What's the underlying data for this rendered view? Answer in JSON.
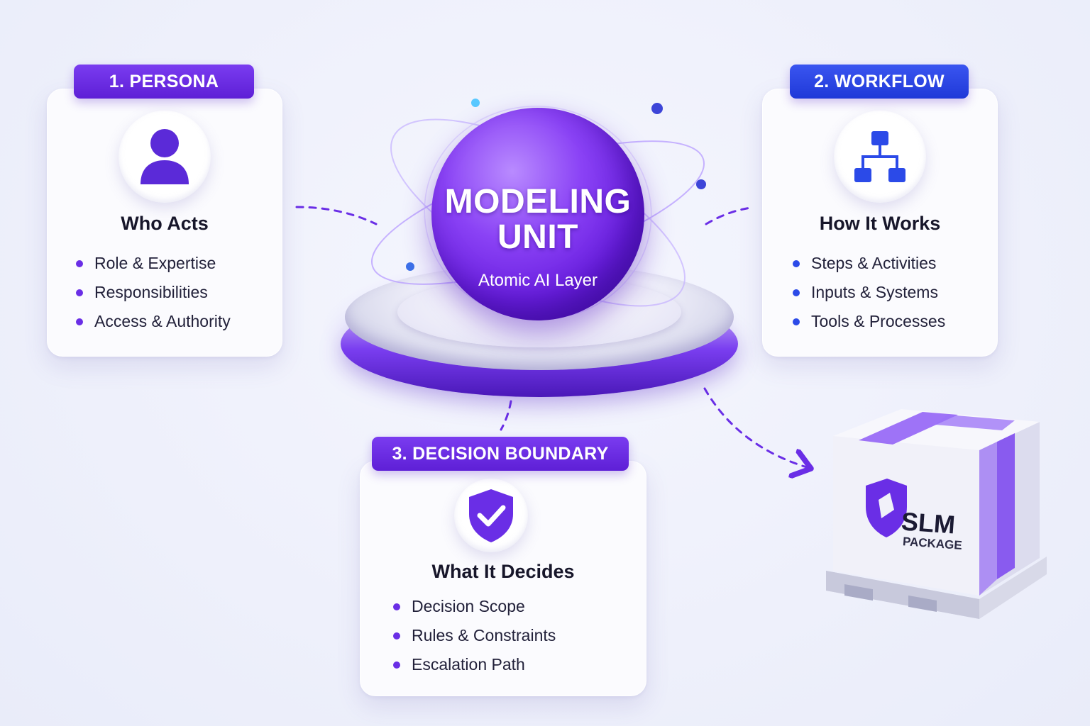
{
  "center": {
    "title_line1": "MODELING",
    "title_line2": "UNIT",
    "subtitle": "Atomic AI Layer"
  },
  "persona": {
    "tag": "1. PERSONA",
    "title": "Who Acts",
    "icon": "user-icon",
    "items": [
      "Role & Expertise",
      "Responsibilities",
      "Access & Authority"
    ]
  },
  "workflow": {
    "tag": "2. WORKFLOW",
    "title": "How It Works",
    "icon": "hierarchy-icon",
    "items": [
      "Steps & Activities",
      "Inputs & Systems",
      "Tools & Processes"
    ]
  },
  "decision": {
    "tag": "3. DECISION BOUNDARY",
    "title": "What It Decides",
    "icon": "shield-check-icon",
    "items": [
      "Decision Scope",
      "Rules & Constraints",
      "Escalation Path"
    ]
  },
  "package": {
    "title": "SLM",
    "subtitle": "PACKAGE",
    "icon": "shield-logo-icon"
  },
  "colors": {
    "purple": "#6a2ee6",
    "blue": "#2b4ae8",
    "background": "#eef0fb"
  }
}
